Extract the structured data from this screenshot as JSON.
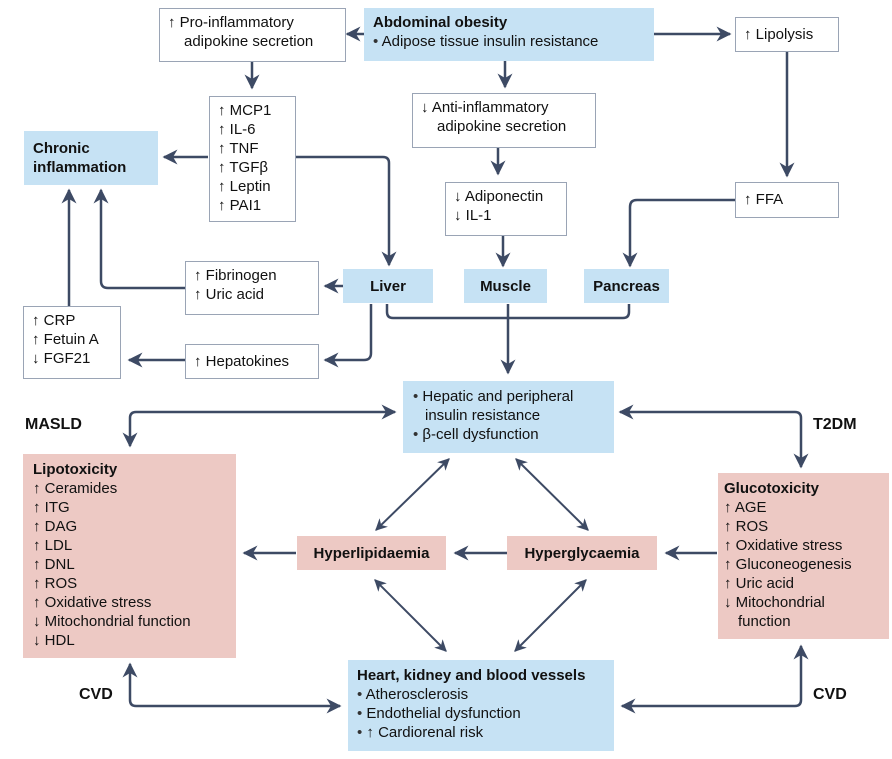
{
  "colors": {
    "arrow": "#3d4a64",
    "blue_box": "#c6e2f4",
    "pink_box": "#edc9c4",
    "white_box_border": "#9aa4b5"
  },
  "abdominal_obesity": {
    "title": "Abdominal obesity",
    "bullets": [
      "Adipose tissue insulin resistance"
    ]
  },
  "pro_inflammatory": {
    "lines": [
      "↑ Pro-inflammatory",
      "adipokine secretion"
    ]
  },
  "anti_inflammatory": {
    "lines": [
      "↓ Anti-inflammatory",
      "adipokine secretion"
    ]
  },
  "lipolysis": {
    "text": "↑ Lipolysis"
  },
  "ffa": {
    "text": "↑ FFA"
  },
  "cytokines": {
    "lines": [
      "↑ MCP1",
      "↑ IL-6",
      "↑ TNF",
      "↑ TGFβ",
      "↑ Leptin",
      "↑ PAI1"
    ]
  },
  "adiponectin": {
    "lines": [
      "↓ Adiponectin",
      "↓ IL-1"
    ]
  },
  "chronic_inflammation": {
    "lines": [
      "Chronic",
      "inflammation"
    ]
  },
  "fibrinogen": {
    "lines": [
      "↑ Fibrinogen",
      "↑ Uric acid"
    ]
  },
  "hepatokines": {
    "text": "↑ Hepatokines"
  },
  "crp": {
    "lines": [
      "↑ CRP",
      "↑ Fetuin A",
      "↓ FGF21"
    ]
  },
  "organs": {
    "liver": "Liver",
    "muscle": "Muscle",
    "pancreas": "Pancreas"
  },
  "insulin_resistance": {
    "bullets": [
      "Hepatic and peripheral",
      "insulin resistance",
      "β-cell dysfunction"
    ]
  },
  "labels": {
    "masld": "MASLD",
    "t2dm": "T2DM",
    "cvd_left": "CVD",
    "cvd_right": "CVD"
  },
  "lipotoxicity": {
    "title": "Lipotoxicity",
    "items": [
      "↑ Ceramides",
      "↑ ITG",
      "↑ DAG",
      "↑ LDL",
      "↑ DNL",
      "↑ ROS",
      "↑ Oxidative stress",
      "↓ Mitochondrial function",
      "↓ HDL"
    ]
  },
  "hyperlipidaemia": {
    "text": "Hyperlipidaemia"
  },
  "hyperglycaemia": {
    "text": "Hyperglycaemia"
  },
  "glucotoxicity": {
    "title": "Glucotoxicity",
    "items": [
      "↑ AGE",
      "↑ ROS",
      "↑ Oxidative stress",
      "↑ Gluconeogenesis",
      "↑ Uric acid",
      "↓ Mitochondrial",
      "function"
    ]
  },
  "heart": {
    "title": "Heart, kidney and blood vessels",
    "bullets": [
      "Atherosclerosis",
      "Endothelial dysfunction",
      "↑ Cardiorenal risk"
    ]
  }
}
